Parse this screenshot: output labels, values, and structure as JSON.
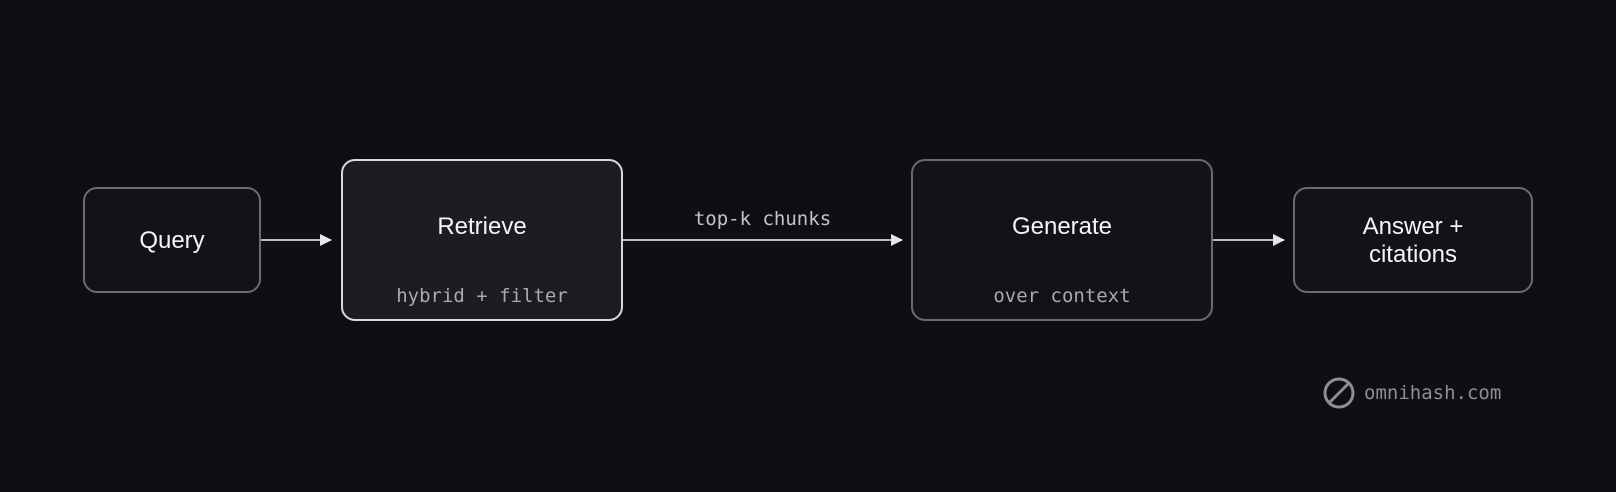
{
  "diagram": {
    "nodes": {
      "query": {
        "title": "Query"
      },
      "retrieve": {
        "title": "Retrieve",
        "subtitle": "hybrid + filter"
      },
      "generate": {
        "title": "Generate",
        "subtitle": "over context"
      },
      "answer": {
        "title_line1": "Answer +",
        "title_line2": "citations"
      }
    },
    "edges": {
      "retrieve_to_generate": {
        "label": "top-k chunks"
      }
    }
  },
  "brand": {
    "text": "omnihash.com",
    "icon": "slashed-circle-logo-icon"
  },
  "colors": {
    "background": "#0e0f12",
    "node_border": "#6b6b6f",
    "node_border_highlight": "#d8d8dc",
    "arrow": "#e6e6e8"
  }
}
